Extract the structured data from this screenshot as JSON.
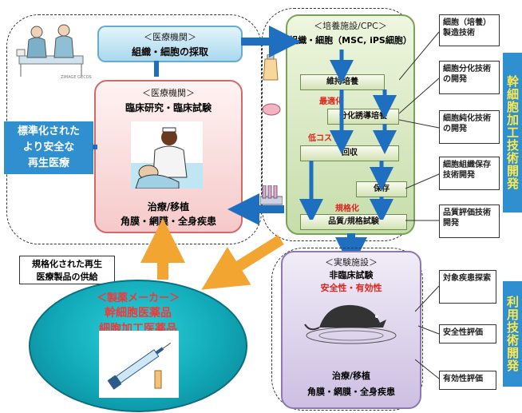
{
  "clinic_top": {
    "header": "＜医療機関＞",
    "label": "組織・細胞の採取"
  },
  "clinic_mid": {
    "header": "＜医療機関＞",
    "label": "臨床研究・臨床試験",
    "result1": "治療/移植",
    "result2": "角膜・網膜・全身疾患"
  },
  "standardized": {
    "line1": "標準化された",
    "line2": "より安全な",
    "line3": "再生医療"
  },
  "cpc": {
    "header": "＜培養施設/CPC＞",
    "label": "組織・細胞（MSC, iPS細胞）",
    "steps": [
      "維持培養",
      "分化誘導培養",
      "回収",
      "保存",
      "品質/規格試験"
    ],
    "notes": [
      "最適化",
      "低コスト化",
      "規格化"
    ]
  },
  "right_boxes": [
    "細胞（培養）製造技術",
    "細胞分化技術の開発",
    "細胞純化技術の開発",
    "細胞組織保存技術開発",
    "品質評価技術開発"
  ],
  "right_tech_label": "幹細胞加工技術開発",
  "animal": {
    "header": "＜実験施設＞",
    "label": "非臨床試験",
    "red": "安全性・有効性",
    "result1": "治療/移植",
    "result2": "角膜・網膜・全身疾患"
  },
  "animal_boxes": [
    "対象疾患探索",
    "安全性評価",
    "有効性評価"
  ],
  "animal_tech_label": "利用技術開発",
  "supply": {
    "line1": "規格化された再生",
    "line2": "医療製品の供給"
  },
  "pharma": {
    "header": "＜製薬メーカー＞",
    "line1": "幹細胞医薬品",
    "line2": "細胞加工医薬品"
  },
  "image_caption": "ZIMAGE GECOS"
}
